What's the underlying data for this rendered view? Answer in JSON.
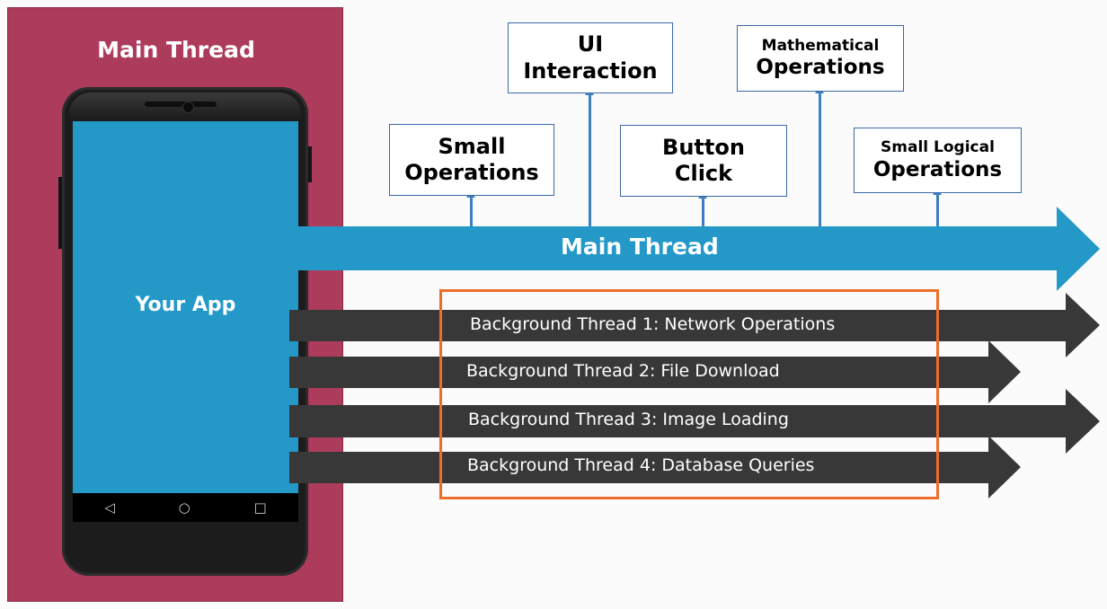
{
  "left_panel": {
    "title": "Main Thread",
    "color": "#ad3b5c"
  },
  "phone": {
    "screen_label": "Your App",
    "screen_color": "#2499c8",
    "nav_icons": [
      "back-triangle-icon",
      "home-circle-icon",
      "recents-square-icon"
    ],
    "nav_glyphs": [
      "◁",
      "○",
      "□"
    ]
  },
  "main_thread": {
    "label": "Main Thread",
    "color": "#2499c8"
  },
  "operations": [
    {
      "lines": [
        "Small",
        "Operations"
      ]
    },
    {
      "lines": [
        "UI",
        "Interaction"
      ]
    },
    {
      "lines": [
        "Button",
        "Click"
      ]
    },
    {
      "lines": [
        "Mathematical",
        "Operations"
      ]
    },
    {
      "lines": [
        "Small Logical",
        "Operations"
      ]
    }
  ],
  "background_threads": [
    {
      "label": "Background Thread 1: Network Operations"
    },
    {
      "label": "Background Thread 2: File Download"
    },
    {
      "label": "Background Thread 3: Image Loading"
    },
    {
      "label": "Background Thread 4: Database Queries"
    }
  ],
  "colors": {
    "bg_arrow": "#383838",
    "highlight": "#ee6d2b",
    "connector": "#3d7fbf"
  }
}
